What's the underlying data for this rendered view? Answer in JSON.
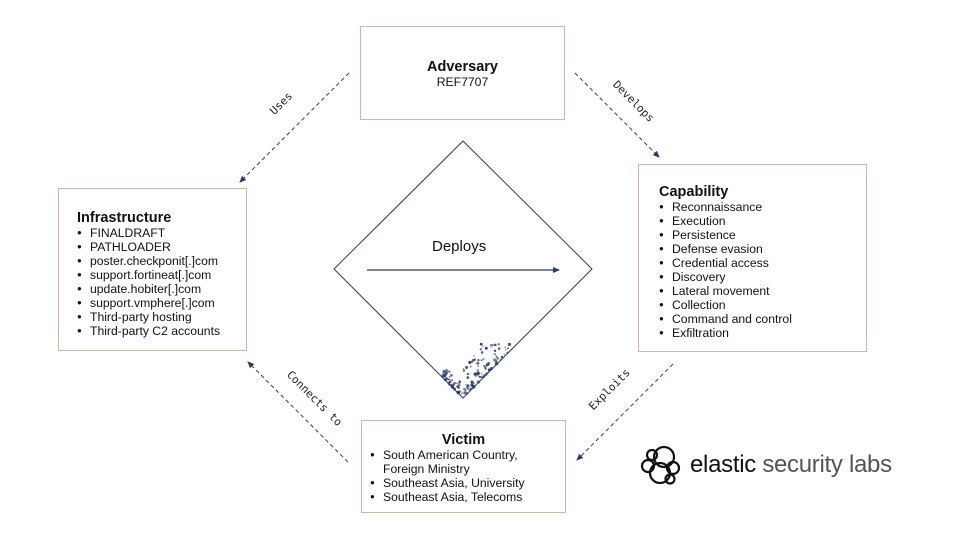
{
  "adversary": {
    "title": "Adversary",
    "name": "REF7707"
  },
  "infrastructure": {
    "title": "Infrastructure",
    "items": [
      "FINALDRAFT",
      "PATHLOADER",
      "poster.checkponit[.]com",
      "support.fortineat[.]com",
      "update.hobiter[.]com",
      "support.vmphere[.]com",
      "Third-party hosting",
      "Third-party C2 accounts"
    ]
  },
  "capability": {
    "title": "Capability",
    "items": [
      "Reconnaissance",
      "Execution",
      "Persistence",
      "Defense evasion",
      "Credential access",
      "Discovery",
      "Lateral movement",
      "Collection",
      "Command and control",
      "Exfiltration"
    ]
  },
  "victim": {
    "title": "Victim",
    "items": [
      "South American Country, Foreign Ministry",
      "Southeast Asia, University",
      "Southeast Asia, Telecoms"
    ]
  },
  "edges": {
    "uses": "Uses",
    "develops": "Develops",
    "connects_to": "Connects to",
    "exploits": "Exploits",
    "deploys": "Deploys"
  },
  "logo": {
    "word1": "elastic",
    "word2": "security labs"
  },
  "colors": {
    "box_border": "#d9b3a1",
    "arrow": "#2b3a67",
    "diamond": "#2b3a67"
  }
}
